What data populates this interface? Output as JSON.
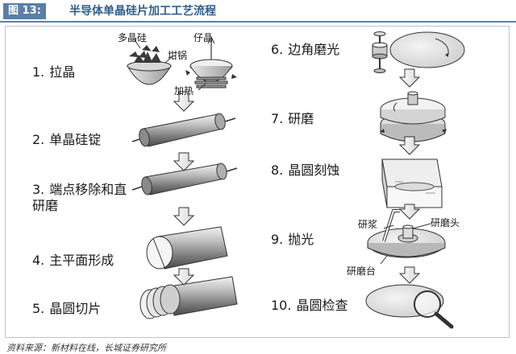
{
  "header": {
    "figure_tag": "图 13:",
    "title": "半导体单晶硅片加工工艺流程"
  },
  "steps_left": [
    {
      "num": "1.",
      "label": "拉晶"
    },
    {
      "num": "2.",
      "label": "单晶硅锭"
    },
    {
      "num": "3.",
      "label": "端点移除和直",
      "label_cont": "研磨"
    },
    {
      "num": "4.",
      "label": "主平面形成"
    },
    {
      "num": "5.",
      "label": "晶圆切片"
    }
  ],
  "steps_right": [
    {
      "num": "6.",
      "label": "边角磨光"
    },
    {
      "num": "7.",
      "label": "研磨"
    },
    {
      "num": "8.",
      "label": "晶圆刻蚀"
    },
    {
      "num": "9.",
      "label": "抛光"
    },
    {
      "num": "10.",
      "label": "晶圆检查"
    }
  ],
  "annotations": {
    "polysilicon": "多晶硅",
    "seed": "仔晶",
    "crucible": "坩锅",
    "heating": "加热",
    "slurry": "研浆",
    "grinding_head": "研磨头",
    "grinding_table": "研磨台"
  },
  "source": "资料来源：新材料在线，长城证券研究所",
  "colors": {
    "accent": "#5b7fa6",
    "title": "#2f5f8f",
    "arrow": "#e6e6e6"
  }
}
